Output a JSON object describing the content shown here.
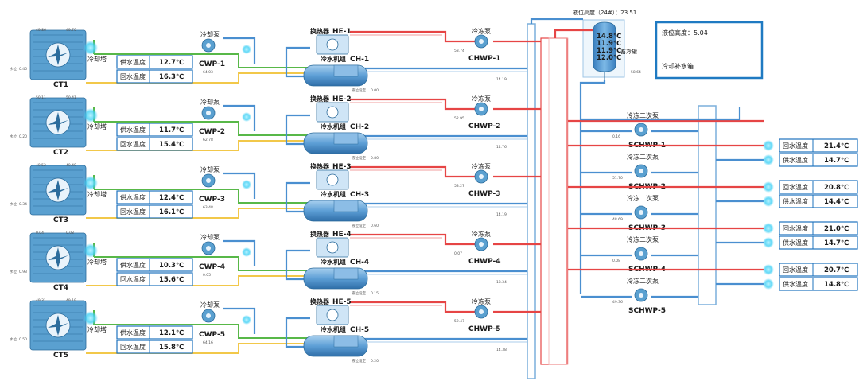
{
  "common": {
    "tower_label": "冷却塔",
    "cw_pump_label": "冷却泵",
    "he_prefix": "换热器",
    "chiller_prefix": "冷水机组",
    "chw_pump_label": "冷冻泵",
    "schw_pump_label": "冷冻二次泵",
    "supply_temp_label": "供水温度",
    "return_temp_label": "回水温度",
    "level_label": "液位",
    "level_small_label": "液位高度",
    "level_set_label": "液位设定"
  },
  "tank": {
    "title": "液位高度（24#）：23.51",
    "name": "蓄冷罐",
    "temps": [
      "14.8℃",
      "11.9℃",
      "11.9℃",
      "12.0℃"
    ],
    "outlet_value": "58.64"
  },
  "makeup_panel": {
    "level_text": "液位高度：5.04",
    "title": "冷却补水箱"
  },
  "rows": [
    {
      "ct": "CT1",
      "fan_a": "49.86",
      "fan_b": "49.70",
      "basin": "水位: 0.45",
      "cwp": "CWP-1",
      "cwp_val": "64.03",
      "he": "HE-1",
      "ch": "CH-1",
      "ch_val": "0.00",
      "chwp": "CHWP-1",
      "chwp_val": "53.74",
      "ret": "14.19",
      "supply": "12.7℃",
      "return": "16.3℃"
    },
    {
      "ct": "CT2",
      "fan_a": "50.11",
      "fan_b": "50.41",
      "basin": "水位: 0.20",
      "cwp": "CWP-2",
      "cwp_val": "62.78",
      "he": "HE-2",
      "ch": "CH-2",
      "ch_val": "0.80",
      "chwp": "CHWP-2",
      "chwp_val": "52.95",
      "ret": "14.76",
      "supply": "11.7℃",
      "return": "15.4℃"
    },
    {
      "ct": "CT3",
      "fan_a": "49.52",
      "fan_b": "49.49",
      "basin": "水位: 0.34",
      "cwp": "CWP-3",
      "cwp_val": "63.48",
      "he": "HE-3",
      "ch": "CH-3",
      "ch_val": "0.60",
      "chwp": "CHWP-3",
      "chwp_val": "53.27",
      "ret": "14.19",
      "supply": "12.4℃",
      "return": "16.1℃"
    },
    {
      "ct": "CT4",
      "fan_a": "0.04",
      "fan_b": "0.03",
      "basin": "水位: 0.93",
      "cwp": "CWP-4",
      "cwp_val": "0.05",
      "he": "HE-4",
      "ch": "CH-4",
      "ch_val": "0.15",
      "chwp": "CHWP-4",
      "chwp_val": "0.07",
      "ret": "13.34",
      "supply": "10.3℃",
      "return": "15.6℃"
    },
    {
      "ct": "CT5",
      "fan_a": "49.31",
      "fan_b": "49.19",
      "basin": "水位: 0.50",
      "cwp": "CWP-5",
      "cwp_val": "64.16",
      "he": "HE-5",
      "ch": "CH-5",
      "ch_val": "0.20",
      "chwp": "CHWP-5",
      "chwp_val": "52.47",
      "ret": "14.38",
      "supply": "12.1℃",
      "return": "15.8℃"
    }
  ],
  "secondary": [
    {
      "name": "SCHWP-1",
      "val": "0.16"
    },
    {
      "name": "SCHWP-2",
      "val": "51.70"
    },
    {
      "name": "SCHWP-3",
      "val": "48.69"
    },
    {
      "name": "SCHWP-4",
      "val": "0.08"
    },
    {
      "name": "SCHWP-5",
      "val": "49.36"
    }
  ],
  "branches": [
    {
      "return": "21.4℃",
      "supply": "14.7℃"
    },
    {
      "return": "20.8℃",
      "supply": "14.4℃"
    },
    {
      "return": "21.0℃",
      "supply": "14.7℃"
    },
    {
      "return": "20.7℃",
      "supply": "14.8℃"
    }
  ]
}
